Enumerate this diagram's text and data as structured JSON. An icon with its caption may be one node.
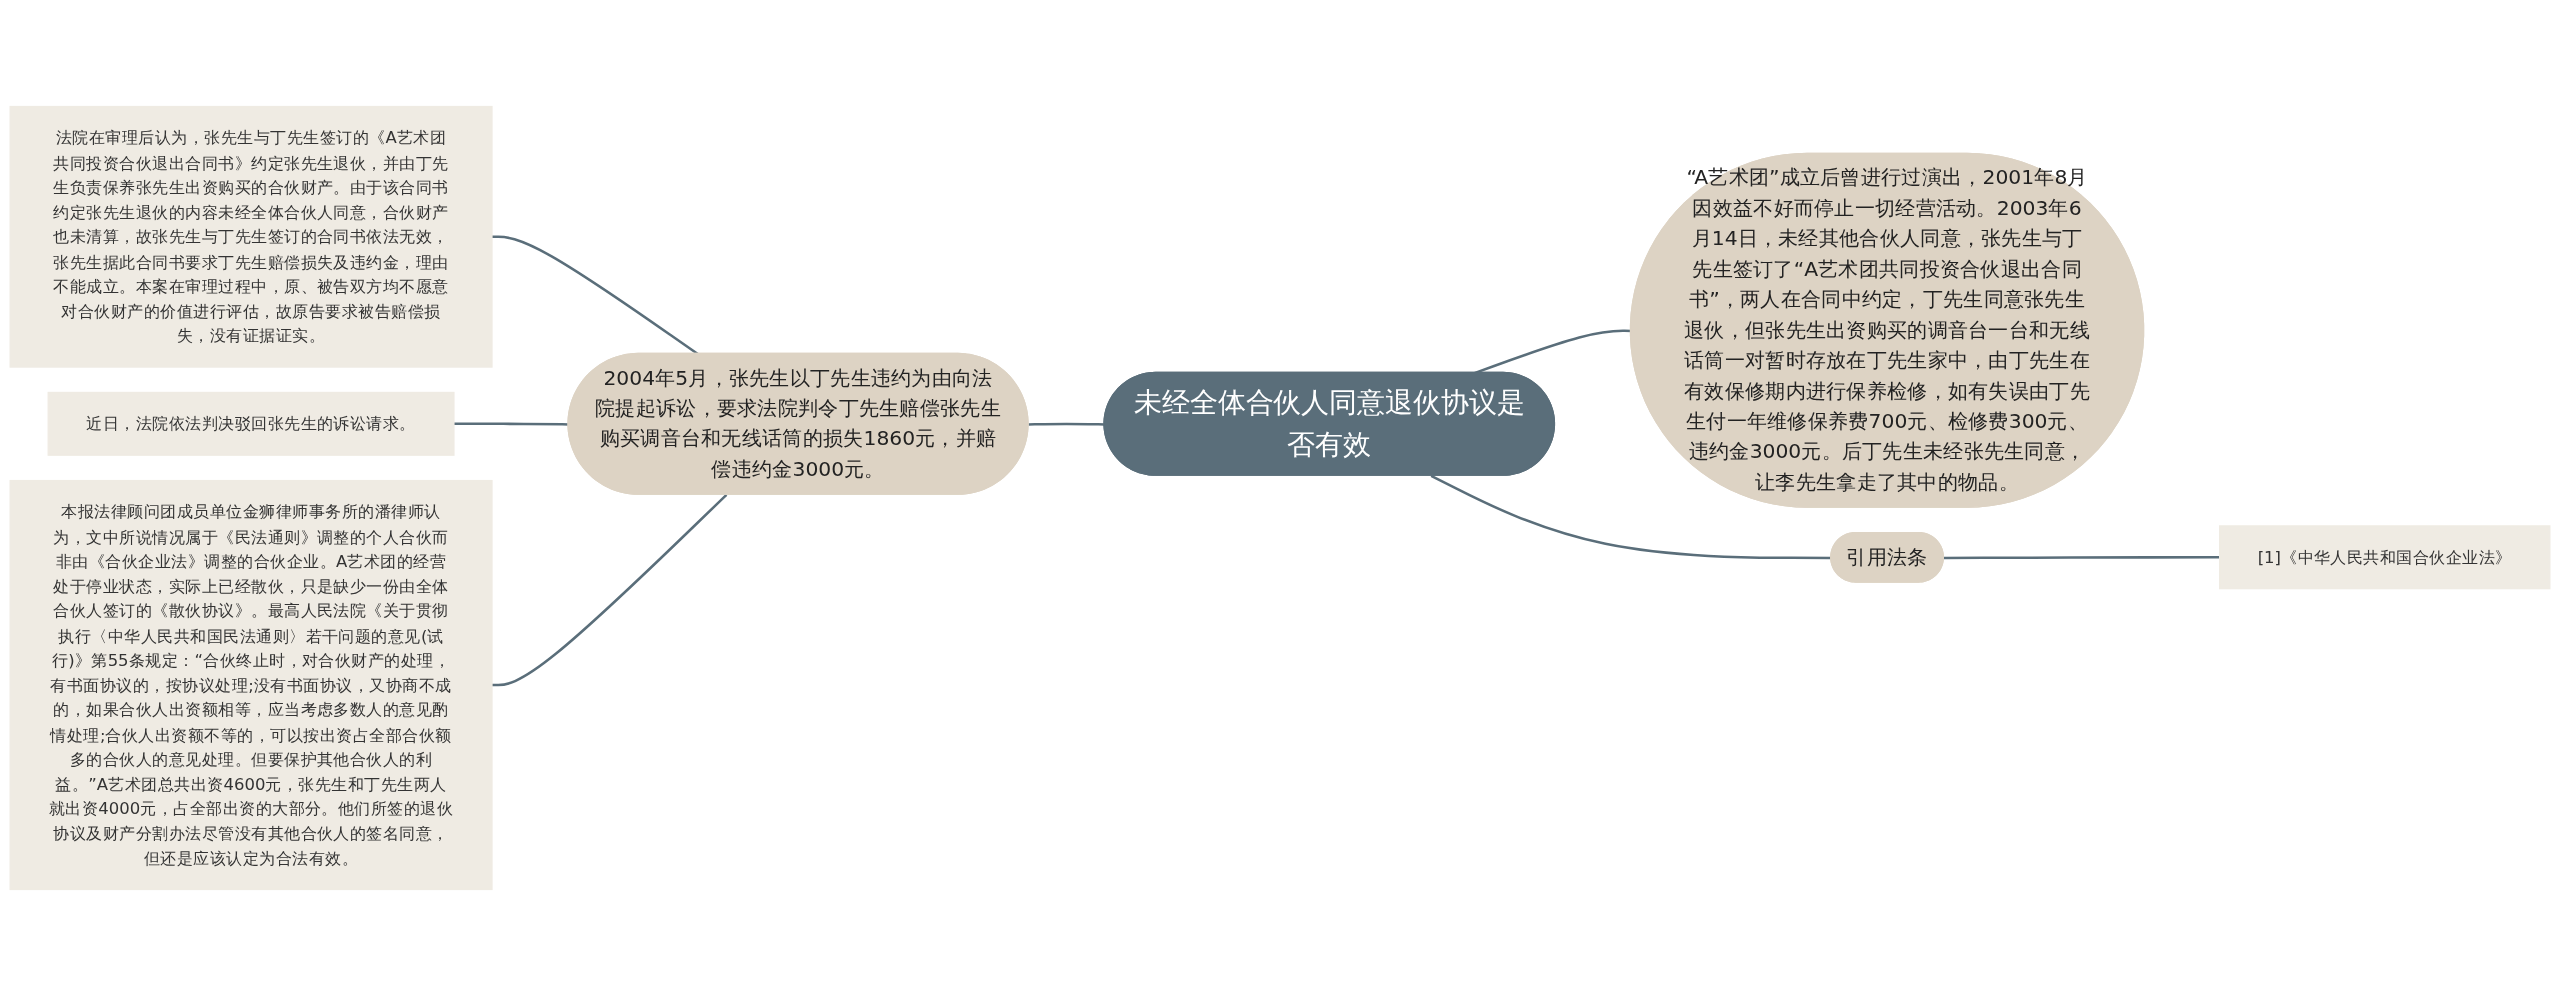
{
  "diagram": {
    "nodes": [
      {
        "text": [
          "未经全体合伙人同意退伙协议是否有效"
        ]
      },
      {
        "text": [
          "“A艺术团”成立后曾进行过演出，2001年8月因效益不好而停止一切经营活动。2003年6月14日，未经其他合伙人同意，张先生与丁先生签订了“A艺术团共同投资合伙退出合同书”，两人在合同中约定，丁先生同意张先生退伙，但张先生出资购买的调音台一台和无线话筒一对暂时存放在丁先生家中，由丁先生在有效保修期内进行保养检修，如有失误由丁先生付一年维修保养费700元、检修费300元、违约金3000元。后丁先生未经张先生同意，让李先生拿走了其中的物品。"
        ]
      },
      {
        "text": [
          "2004年5月，张先生以丁先生违约为由向法院提起诉讼，要求法院判令丁先生赔偿张先生购买调音台和无线话筒的损失1860元，并赔偿违约金3000元。"
        ]
      },
      {
        "text": [
          "法院在审理后认为，张先生与丁先生签订的《A艺术团共同投资合伙退出合同书》约定张先生退伙，并由丁先生负责保养张先生出资购买的合伙财产。由于该合同书约定张先生退伙的内容未经全体合伙人同意，合伙财产也未清算，故张先生与丁先生签订的合同书依法无效，张先生据此合同书要求丁先生赔偿损失及违约金，理由不能成立。本案在审理过程中，原、被告双方均不愿意对合伙财产的价值进行评估，故原告要求被告赔偿损失，没有证据证实。"
        ]
      },
      {
        "text": [
          "近日，法院依法判决驳回张先生的诉讼请求。"
        ]
      },
      {
        "text": [
          "本报法律顾问团成员单位金狮律师事务所的潘律师认为，文中所说情况属于《民法通则》调整的个人合伙而非由《合伙企业法》调整的合伙企业。A艺术团的经营处于停业状态，实际上已经散伙，只是缺少一份由全体合伙人签订的《散伙协议》。最高人民法院《关于贯彻执行〈中华人民共和国民法通则〉若干问题的意见(试行)》第55条规定：“合伙终止时，对合伙财产的处理，有书面协议的，按协议处理;没有书面协议，又协商不成的，如果合伙人出资额相等，应当考虑多数人的意见酌情处理;合伙人出资额不等的，可以按出资占全部合伙额多的合伙人的意见处理。但要保护其他合伙人的利益。”A艺术团总共出资4600元，张先生和丁先生两人就出资4000元，占全部出资的大部分。他们所签的退伙协议及财产分割办法尽管没有其他合伙人的签名同意，但还是应该认定为合法有效。"
        ]
      },
      {
        "text": [
          "引用法条"
        ]
      },
      {
        "text": [
          "[1]《中华人民共和国合伙企业法》"
        ]
      }
    ],
    "edges": [
      {
        "from": 3,
        "to": 2,
        "arrow": "none"
      },
      {
        "from": 4,
        "to": 2,
        "arrow": "none"
      },
      {
        "from": 5,
        "to": 2,
        "arrow": "none"
      },
      {
        "from": 2,
        "to": 0,
        "arrow": "none"
      },
      {
        "from": 0,
        "to": 1,
        "arrow": "none"
      },
      {
        "from": 0,
        "to": 6,
        "arrow": "none"
      },
      {
        "from": 6,
        "to": 7,
        "arrow": "none"
      }
    ]
  }
}
